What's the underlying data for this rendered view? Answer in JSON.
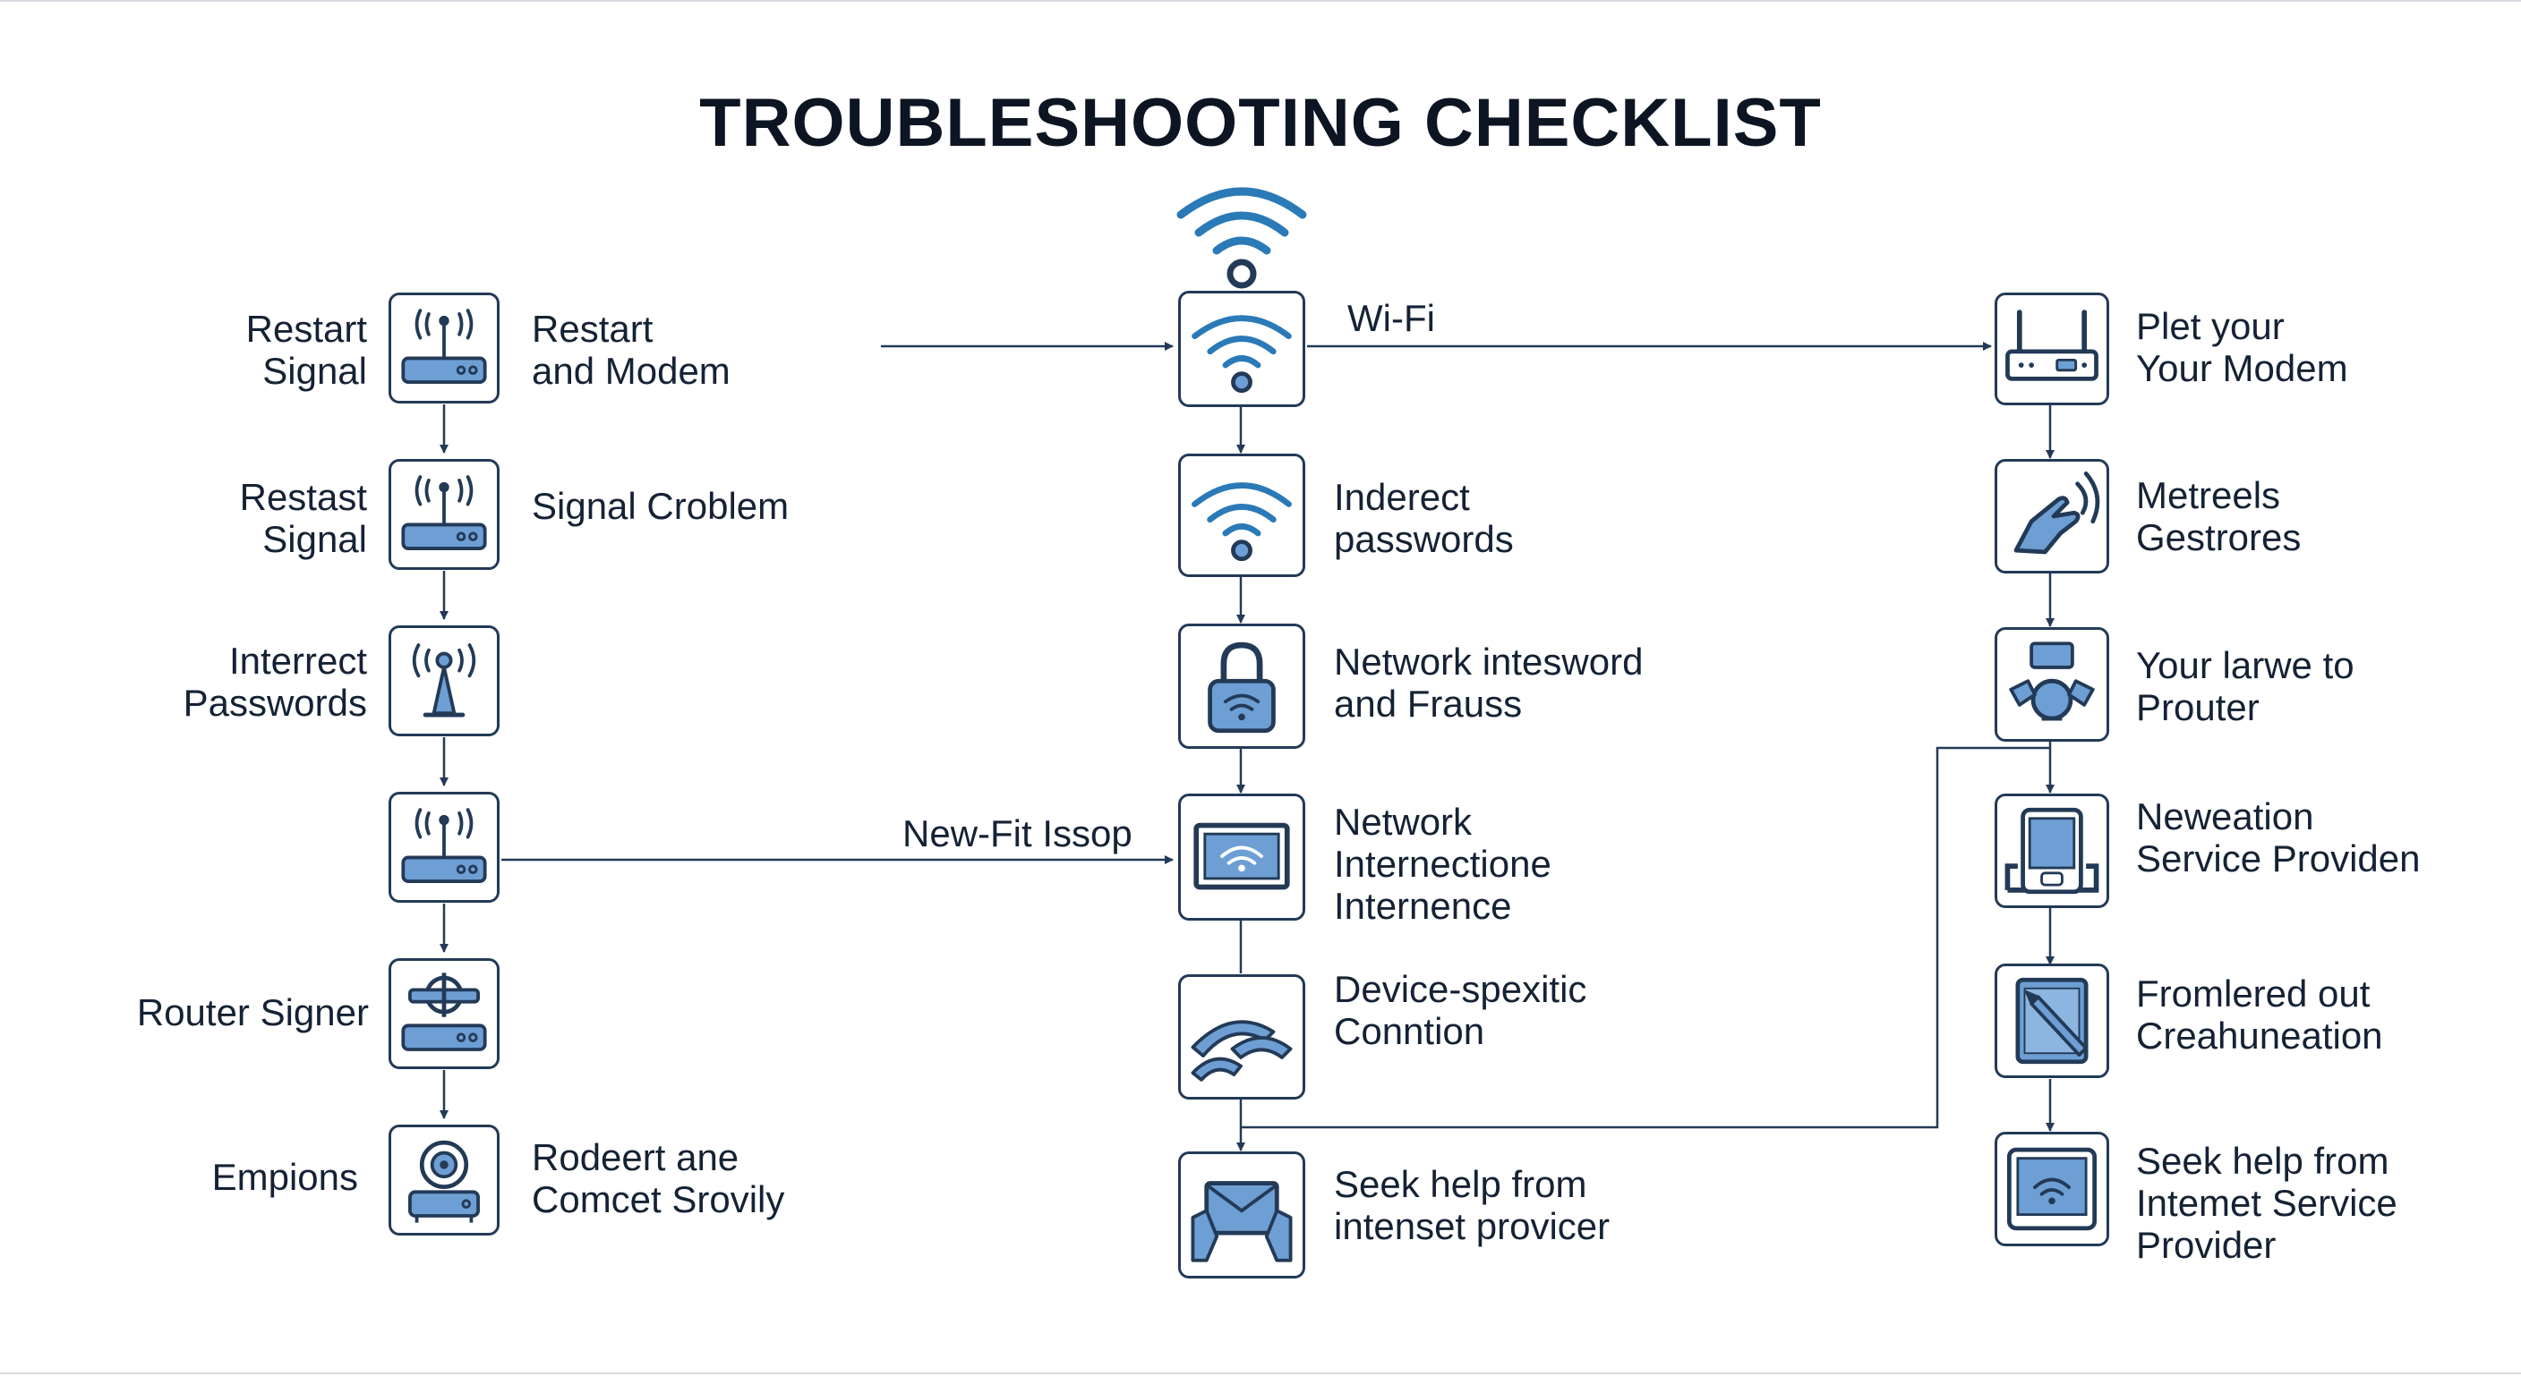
{
  "title": "TROUBLESHOOTING CHECKLIST",
  "colors": {
    "outline": "#233a57",
    "fill": "#6d9fd4",
    "wifi": "#2b7ab8",
    "text": "#152234"
  },
  "left_column": [
    {
      "icon": "router-icon",
      "left_label": "Restart\nSignal",
      "right_label": "Restart\nand Modem"
    },
    {
      "icon": "router-icon",
      "left_label": "Restast\nSignal",
      "right_label": "Signal Croblem"
    },
    {
      "icon": "antenna-tower-icon",
      "left_label": "Interrect\nPasswords",
      "right_label": ""
    },
    {
      "icon": "router-icon",
      "left_label": "",
      "right_label": ""
    },
    {
      "icon": "router-signer-icon",
      "left_label": "Router Signer",
      "right_label": ""
    },
    {
      "icon": "modem-target-icon",
      "left_label": "Empions",
      "right_label": "Rodeert ane\nComcet Srovily"
    }
  ],
  "center_column": [
    {
      "icon": "wifi-icon",
      "label": "Wi-Fi"
    },
    {
      "icon": "wifi-icon",
      "label": "Inderect\npasswords"
    },
    {
      "icon": "padlock-wifi-icon",
      "label": "Network intesword\nand Frauss"
    },
    {
      "icon": "monitor-wifi-icon",
      "label": "Network\nInternectione\nInternence"
    },
    {
      "icon": "wifi-waves-icon",
      "label": "Device-spexitic\nConntion"
    },
    {
      "icon": "hands-envelope-icon",
      "label": "Seek help from\nintenset provicer"
    }
  ],
  "right_column": [
    {
      "icon": "modem-icon",
      "label": "Plet your\nYour Modem"
    },
    {
      "icon": "hand-gesture-icon",
      "label": "Metreels\nGestrores"
    },
    {
      "icon": "gadgets-icon",
      "label": "Your larwe to\nProuter"
    },
    {
      "icon": "phone-icon",
      "label": "Neweation\nService Providen"
    },
    {
      "icon": "tablet-pen-icon",
      "label": "Fromlered out\nCreahuneation"
    },
    {
      "icon": "tablet-wifi-icon",
      "label": "Seek help from\nIntemet Service\nProvider"
    }
  ],
  "connector_label": "New-Fit Issop"
}
